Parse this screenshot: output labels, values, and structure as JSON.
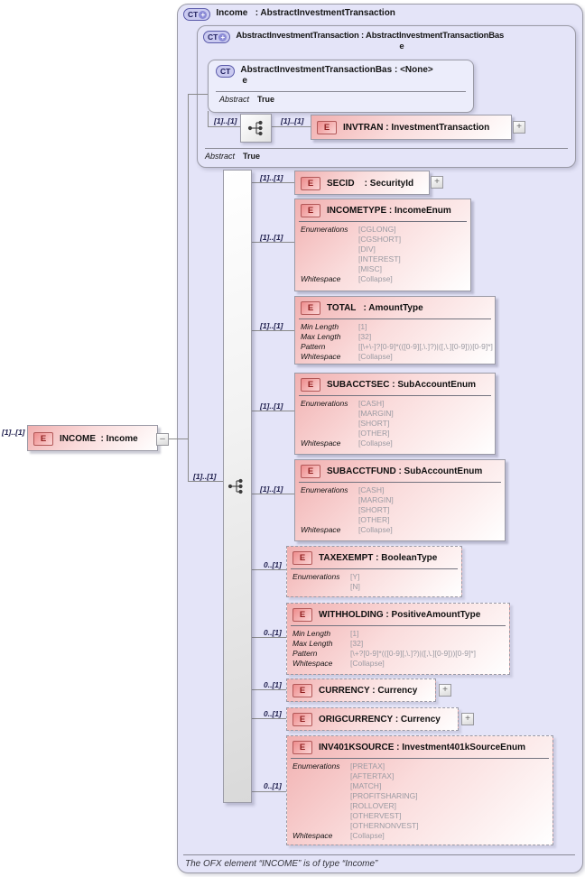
{
  "icons": {
    "complex_type": "CT",
    "complex_type_plus": "+",
    "element": "E",
    "expand": "+",
    "collapse": "–",
    "sequence": "sequence-compositor"
  },
  "colors": {
    "panel_lavender": "#e4e4f8",
    "inner_lavender": "#ecedfb",
    "element_pink": "#f1b0b0",
    "ct_fill": "#cacaf0",
    "ct_border": "#5b5baa",
    "e_border": "#b25858",
    "line_gray": "#8a8a8a"
  },
  "header": {
    "title": "Income   : AbstractInvestmentTransaction"
  },
  "base_chain": {
    "middle_title_line1": "AbstractInvestmentTransaction : AbstractInvestmentTransactionBas",
    "middle_title_line2": "e",
    "inner_title_line1": "AbstractInvestmentTransactionBas : <None>",
    "inner_title_line2": "e",
    "abstract_label": "Abstract",
    "abstract_value": "True",
    "invtran": {
      "card_left": "[1]..[1]",
      "card_right": "[1]..[1]",
      "title": "INVTRAN : InvestmentTransaction"
    }
  },
  "root_element": {
    "card": "[1]..[1]",
    "title": "INCOME  : Income"
  },
  "sequence": {
    "card": "[1]..[1]"
  },
  "children": [
    {
      "name": "SECID",
      "card": "[1]..[1]",
      "title": "SECID    : SecurityId",
      "facets": []
    },
    {
      "name": "INCOMETYPE",
      "card": "[1]..[1]",
      "title": "INCOMETYPE : IncomeEnum",
      "facets": [
        {
          "label": "Enumerations",
          "values": [
            "[CGLONG]",
            "[CGSHORT]",
            "[DIV]",
            "[INTEREST]",
            "[MISC]"
          ]
        },
        {
          "label": "Whitespace",
          "values": [
            "[Collapse]"
          ]
        }
      ]
    },
    {
      "name": "TOTAL",
      "card": "[1]..[1]",
      "title": "TOTAL   : AmountType",
      "facets": [
        {
          "label": "Min Length",
          "values": [
            "[1]"
          ]
        },
        {
          "label": "Max Length",
          "values": [
            "[32]"
          ]
        },
        {
          "label": "Pattern",
          "values": [
            "[[\\+\\-]?[0-9]*(([0-9][,\\.]?)|([,\\.][0-9]))[0-9]*]"
          ]
        },
        {
          "label": "Whitespace",
          "values": [
            "[Collapse]"
          ]
        }
      ]
    },
    {
      "name": "SUBACCTSEC",
      "card": "[1]..[1]",
      "title": "SUBACCTSEC : SubAccountEnum",
      "facets": [
        {
          "label": "Enumerations",
          "values": [
            "[CASH]",
            "[MARGIN]",
            "[SHORT]",
            "[OTHER]"
          ]
        },
        {
          "label": "Whitespace",
          "values": [
            "[Collapse]"
          ]
        }
      ]
    },
    {
      "name": "SUBACCTFUND",
      "card": "[1]..[1]",
      "title": "SUBACCTFUND : SubAccountEnum",
      "facets": [
        {
          "label": "Enumerations",
          "values": [
            "[CASH]",
            "[MARGIN]",
            "[SHORT]",
            "[OTHER]"
          ]
        },
        {
          "label": "Whitespace",
          "values": [
            "[Collapse]"
          ]
        }
      ]
    },
    {
      "name": "TAXEXEMPT",
      "card": "0..[1]",
      "title": "TAXEXEMPT : BooleanType",
      "facets": [
        {
          "label": "Enumerations",
          "values": [
            "[Y]",
            "[N]"
          ]
        }
      ]
    },
    {
      "name": "WITHHOLDING",
      "card": "0..[1]",
      "title": "WITHHOLDING : PositiveAmountType",
      "facets": [
        {
          "label": "Min Length",
          "values": [
            "[1]"
          ]
        },
        {
          "label": "Max Length",
          "values": [
            "[32]"
          ]
        },
        {
          "label": "Pattern",
          "values": [
            "[\\+?[0-9]*(([0-9][,\\.]?)|([,\\.][0-9]))[0-9]*]"
          ]
        },
        {
          "label": "Whitespace",
          "values": [
            "[Collapse]"
          ]
        }
      ]
    },
    {
      "name": "CURRENCY",
      "card": "0..[1]",
      "title": "CURRENCY : Currency",
      "facets": []
    },
    {
      "name": "ORIGCURRENCY",
      "card": "0..[1]",
      "title": "ORIGCURRENCY : Currency",
      "facets": []
    },
    {
      "name": "INV401KSOURCE",
      "card": "0..[1]",
      "title": "INV401KSOURCE : Investment401kSourceEnum",
      "facets": [
        {
          "label": "Enumerations",
          "values": [
            "[PRETAX]",
            "[AFTERTAX]",
            "[MATCH]",
            "[PROFITSHARING]",
            "[ROLLOVER]",
            "[OTHERVEST]",
            "[OTHERNONVEST]"
          ]
        },
        {
          "label": "Whitespace",
          "values": [
            "[Collapse]"
          ]
        }
      ]
    }
  ],
  "footer": {
    "note": "The OFX element “INCOME” is of type “Income”"
  }
}
